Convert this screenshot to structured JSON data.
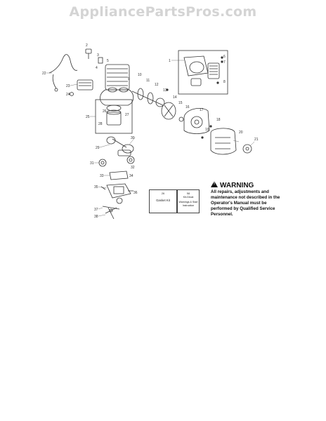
{
  "watermark": "AppliancePartsPros.com",
  "warning": {
    "title": "WARNING",
    "body": "All repairs, adjustments and maintenance not described in the Operator's Manual must be performed by Qualified Service Personnel."
  },
  "kits": [
    {
      "num": "26",
      "label": "Gasket Kit"
    },
    {
      "num": "58",
      "sublabel": "Kit-Decal",
      "label": "Warnings & Start Instruction"
    }
  ],
  "callouts": [
    "1",
    "2",
    "3",
    "4",
    "5",
    "6",
    "7",
    "8",
    "9",
    "10",
    "11",
    "12",
    "13",
    "14",
    "15",
    "16",
    "17",
    "18",
    "19",
    "20",
    "21",
    "22",
    "23",
    "24",
    "25",
    "26",
    "27",
    "28",
    "29",
    "30",
    "31",
    "32",
    "33",
    "34",
    "35",
    "36",
    "37",
    "38"
  ]
}
